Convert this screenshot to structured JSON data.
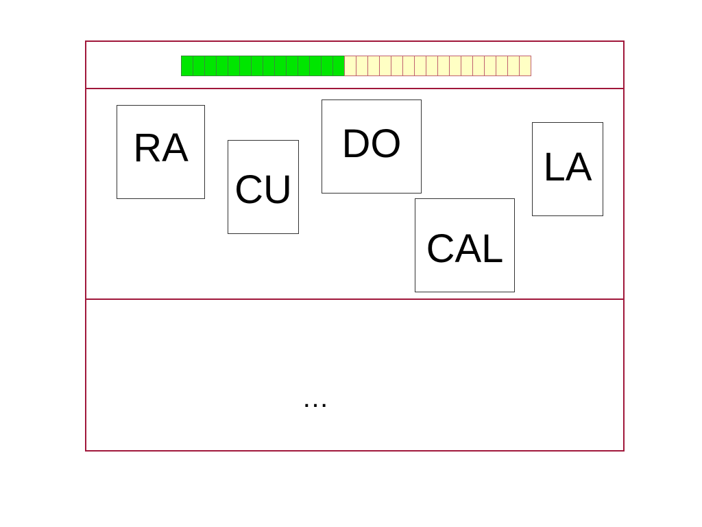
{
  "progress": {
    "total_cells": 30,
    "filled_cells": 14,
    "filled_color": "#00e600",
    "empty_color": "#ffffc4"
  },
  "tiles": {
    "ra": "RA",
    "cu": "CU",
    "do": "DO",
    "la": "LA",
    "cal": "CAL"
  },
  "answer_area": {
    "placeholder_text": "…"
  },
  "colors": {
    "border": "#a0173a"
  }
}
